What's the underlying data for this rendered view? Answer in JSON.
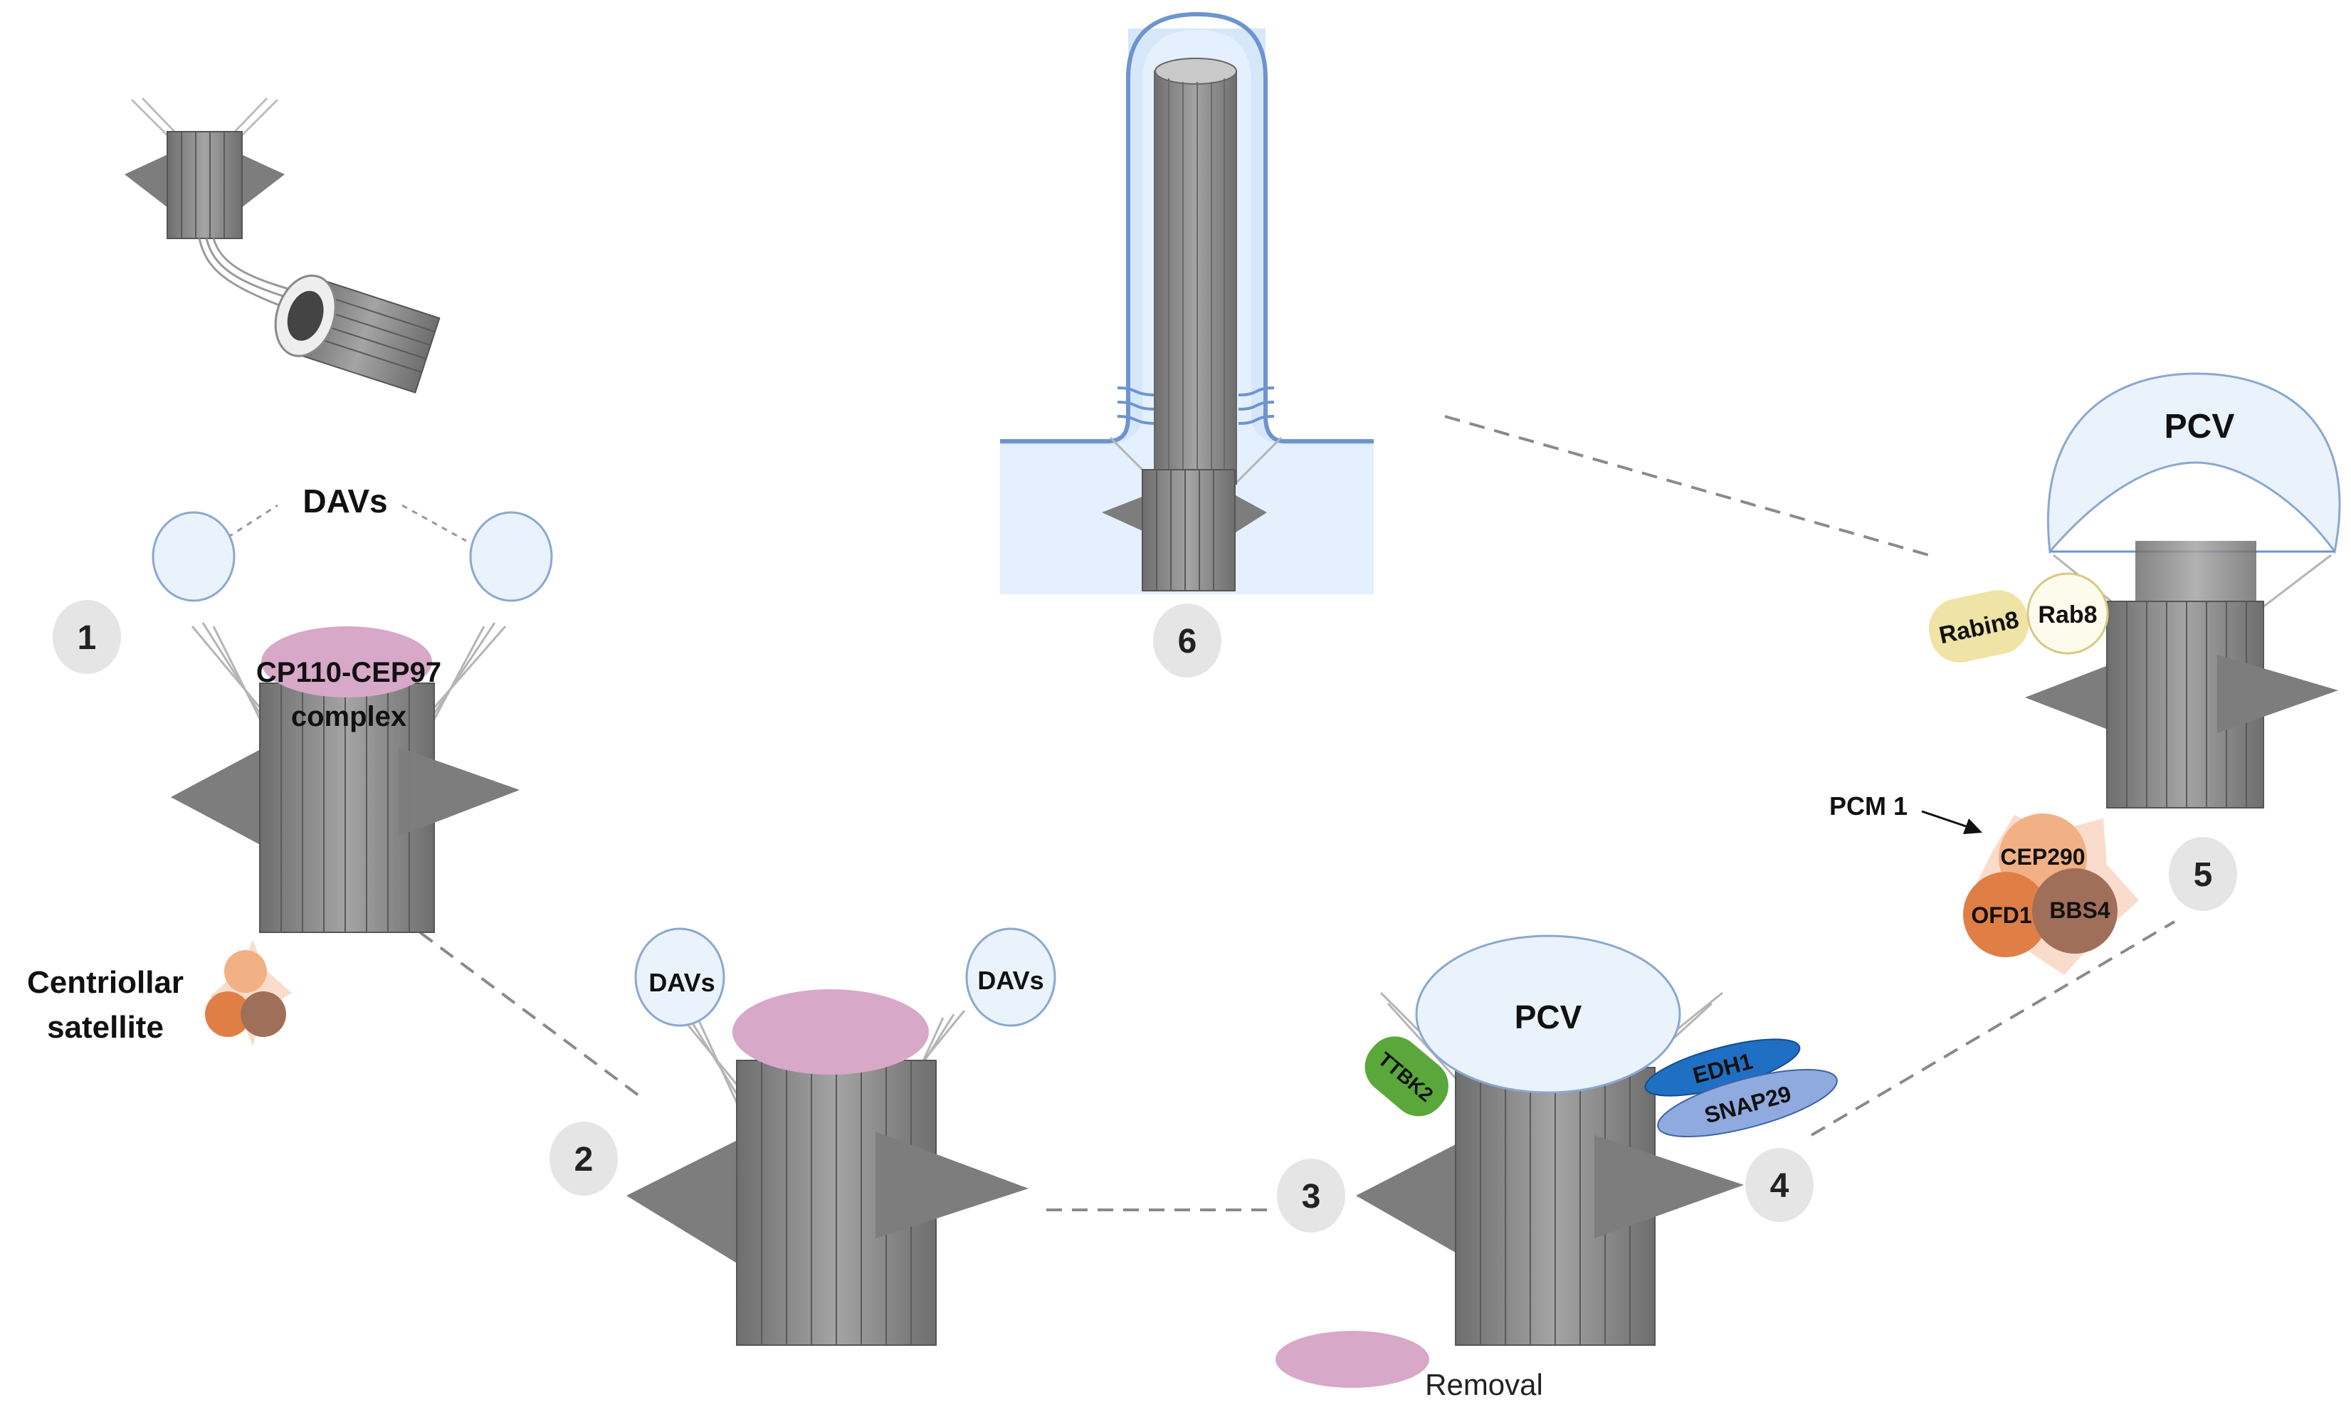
{
  "steps": [
    "1",
    "2",
    "3",
    "4",
    "5",
    "6"
  ],
  "labels": {
    "davs": "DAVs",
    "complex_line1": "CP110-CEP97",
    "complex_line2": "complex",
    "satellite_line1": "Centriollar",
    "satellite_line2": "satellite",
    "pcv": "PCV",
    "ttbk2": "TTBK2",
    "edh1": "EDH1",
    "snap29": "SNAP29",
    "removal": "Removal",
    "pcm1": "PCM 1",
    "cep290": "CEP290",
    "ofd1": "OFD1",
    "bbs4": "BBS4",
    "rabin8": "Rabin8",
    "rab8": "Rab8"
  },
  "colors": {
    "centriole": "#7d7d7d",
    "centriole_light": "#a9a9a9",
    "pink": "#d8a8c8",
    "vesicle_fill": "#eaf2fc",
    "vesicle_stroke": "#8aa8d0",
    "membrane": "#6d94cf",
    "cytoplasm": "#d7e7fa",
    "ttbk2": "#5aa83c",
    "edh1": "#1f6fc4",
    "snap29": "#8eaadf",
    "rabin8": "#efe3a6",
    "rab8": "#fdfbec",
    "orange_light": "#f2b085",
    "orange": "#e07f45",
    "brown": "#a06f5a",
    "step_bg": "#e5e5e5"
  }
}
